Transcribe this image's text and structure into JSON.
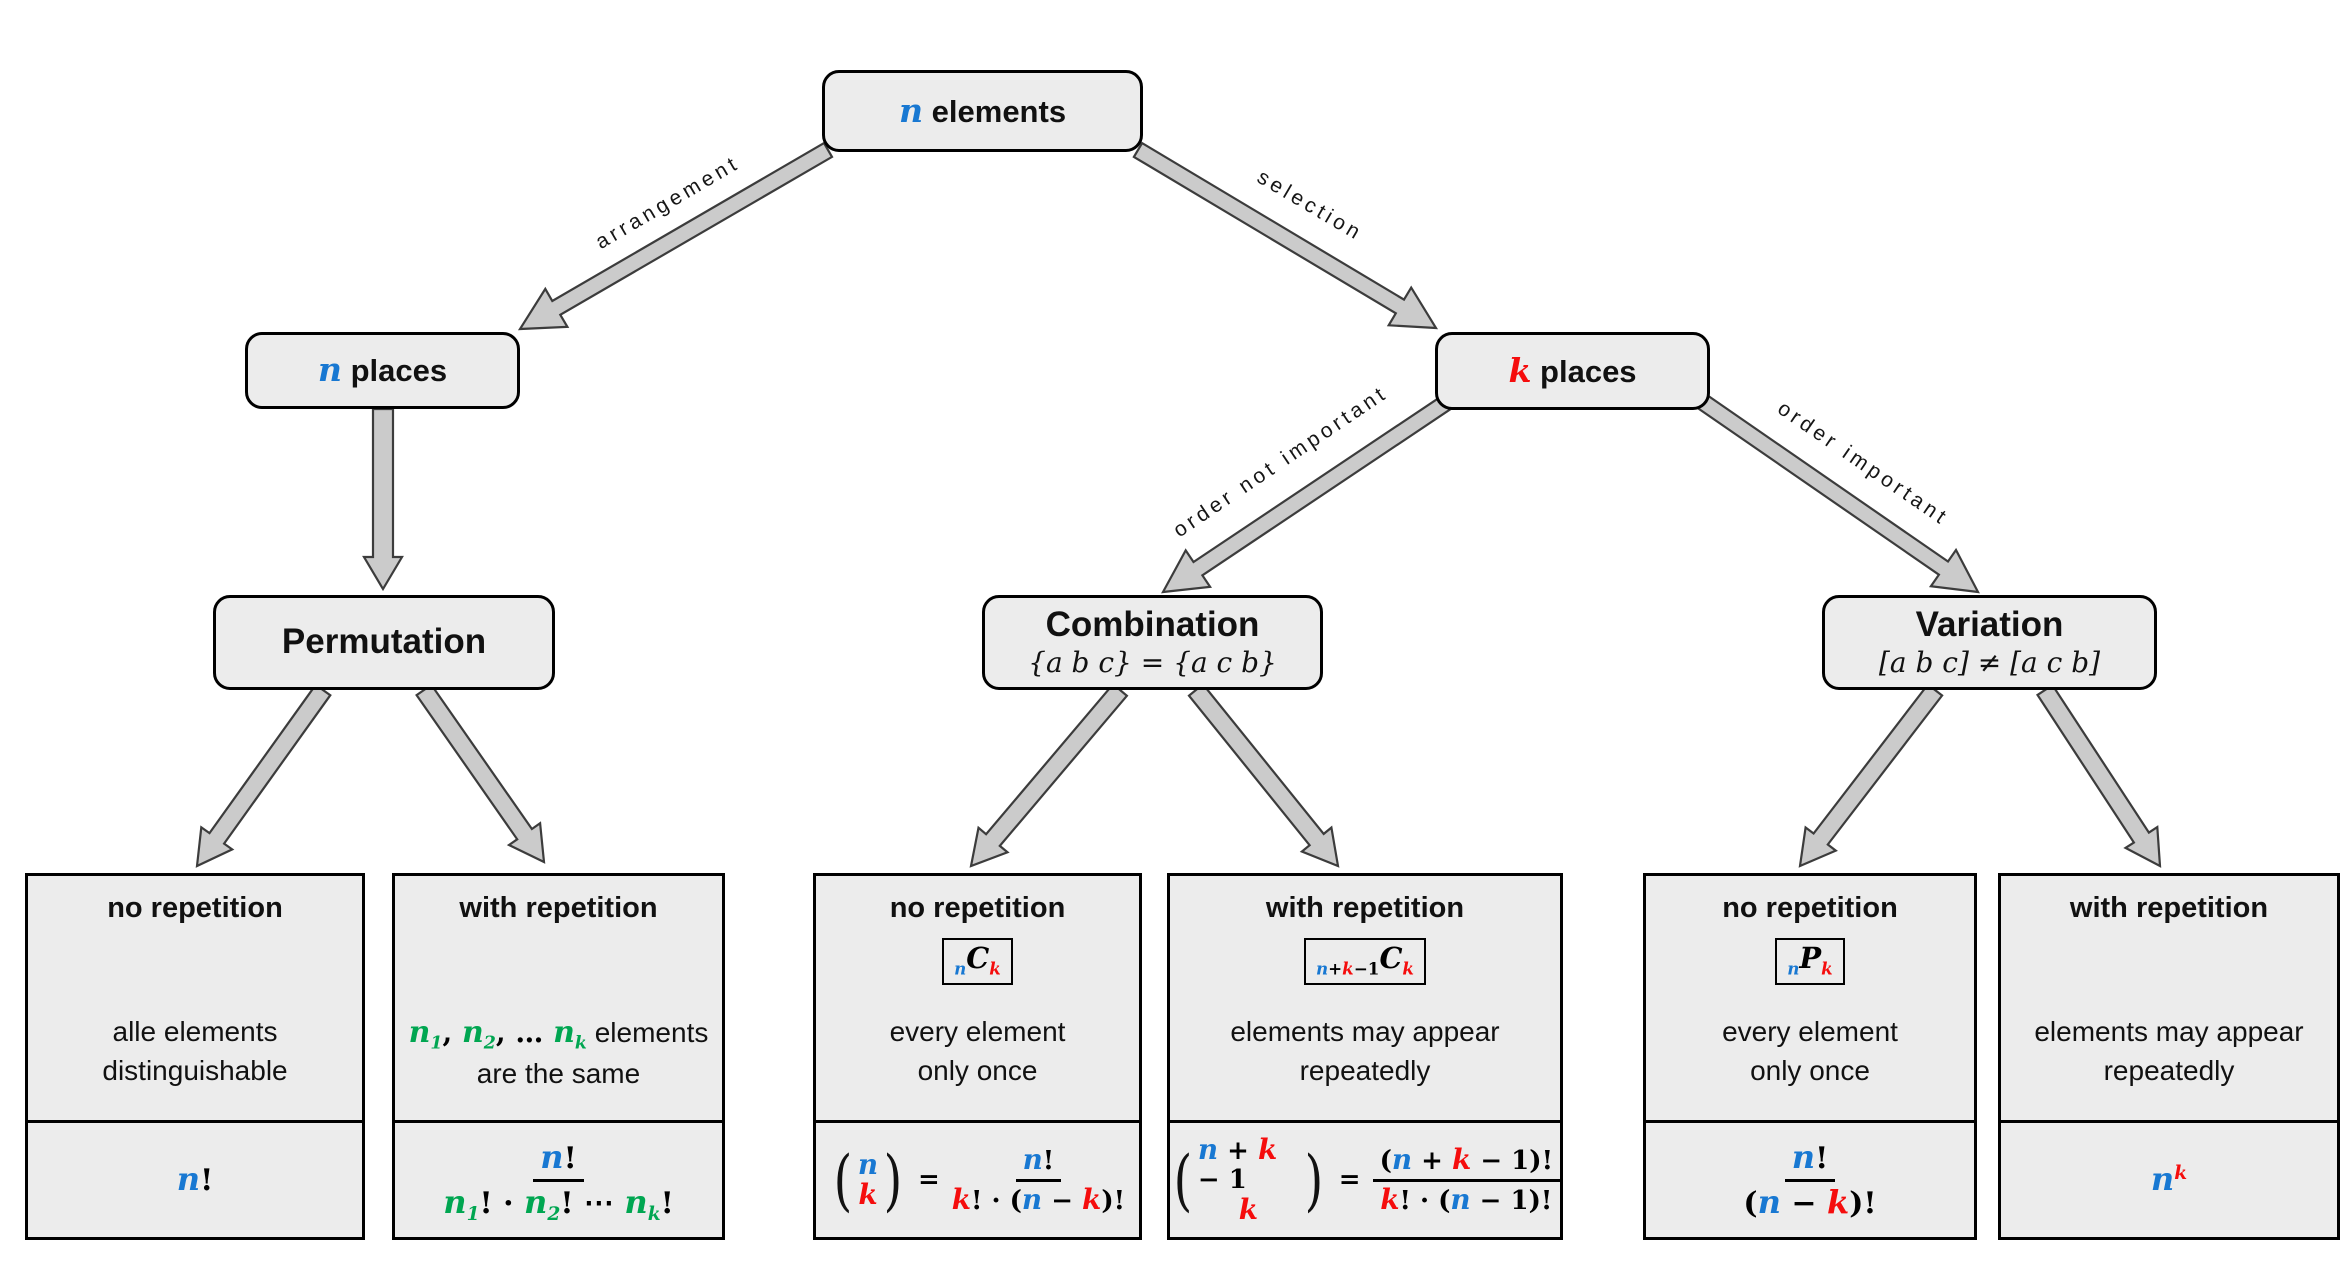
{
  "colors": {
    "var_blue": "#1878d2",
    "var_red": "#f50d0d",
    "var_green": "#00a651",
    "box_fill": "#ececec",
    "box_border": "#000000",
    "arrow_fill": "#cbcbcb",
    "arrow_stroke": "#3c3c3c"
  },
  "root": {
    "label": [
      [
        "n",
        "b"
      ],
      [
        " elements",
        "txtb"
      ]
    ]
  },
  "edges": {
    "arrangement": "arrangement",
    "selection": "selection",
    "order_not_important": "order not important",
    "order_important": "order important"
  },
  "level2": {
    "n_places": [
      [
        "n",
        "b"
      ],
      [
        " places",
        "txtb"
      ]
    ],
    "k_places": [
      [
        "k",
        "r"
      ],
      [
        " places",
        "txtb"
      ]
    ]
  },
  "level3": {
    "permutation": {
      "title": "Permutation"
    },
    "combination": {
      "title": "Combination",
      "subtitle": [
        [
          "{a b c} = {a c b}",
          "ki"
        ]
      ]
    },
    "variation": {
      "title": "Variation",
      "subtitle": [
        [
          "[a b c] ≠ [a c b]",
          "ki"
        ]
      ]
    }
  },
  "leaves": [
    {
      "title": "no repetition",
      "desc1": [
        [
          "alle elements",
          "txt"
        ]
      ],
      "desc2": "distinguishable",
      "formula": {
        "type": "plain",
        "tokens": [
          [
            "n",
            "b"
          ],
          [
            "!",
            "k"
          ]
        ]
      }
    },
    {
      "title": "with repetition",
      "desc1": [
        [
          "n",
          "g"
        ],
        [
          "1",
          "g",
          "sub"
        ],
        [
          ", ",
          "k"
        ],
        [
          "n",
          "g"
        ],
        [
          "2",
          "g",
          "sub"
        ],
        [
          ", … ",
          "k"
        ],
        [
          "n",
          "g"
        ],
        [
          "k",
          "g",
          "sub"
        ],
        [
          " elements",
          "txt"
        ]
      ],
      "desc2": "are the same",
      "formula": {
        "type": "frac",
        "num": [
          [
            "n",
            "b"
          ],
          [
            "!",
            "k"
          ]
        ],
        "den": [
          [
            "n",
            "g"
          ],
          [
            "1",
            "g",
            "sub"
          ],
          [
            "!",
            "k"
          ],
          [
            " · ",
            "k"
          ],
          [
            "n",
            "g"
          ],
          [
            "2",
            "g",
            "sub"
          ],
          [
            "!",
            "k"
          ],
          [
            " ⋯ ",
            "k"
          ],
          [
            "n",
            "g"
          ],
          [
            "k",
            "g",
            "sub"
          ],
          [
            "!",
            "k"
          ]
        ]
      }
    },
    {
      "title": "no repetition",
      "symbol": [
        [
          "n",
          "b",
          "sub"
        ],
        [
          "C",
          "kib"
        ],
        [
          "k",
          "r",
          "sub"
        ]
      ],
      "desc1": [
        [
          "every element",
          "txt"
        ]
      ],
      "desc2": "only once",
      "formula": {
        "type": "binom",
        "top": [
          [
            "n",
            "b"
          ]
        ],
        "bot": [
          [
            "k",
            "r"
          ]
        ],
        "eq": [
          [
            "=",
            "k"
          ]
        ],
        "num": [
          [
            "n",
            "b"
          ],
          [
            "!",
            "k"
          ]
        ],
        "den": [
          [
            "k",
            "r"
          ],
          [
            "! · (",
            "k"
          ],
          [
            "n",
            "b"
          ],
          [
            " − ",
            "k"
          ],
          [
            "k",
            "r"
          ],
          [
            ")!",
            "k"
          ]
        ]
      }
    },
    {
      "title": "with repetition",
      "symbol": [
        [
          "n",
          "b",
          "sub"
        ],
        [
          "+",
          "k",
          "sub"
        ],
        [
          "k",
          "r",
          "sub"
        ],
        [
          "−1",
          "k",
          "sub"
        ],
        [
          "C",
          "kib"
        ],
        [
          "k",
          "r",
          "sub"
        ]
      ],
      "desc1": [
        [
          "elements may appear",
          "txt"
        ]
      ],
      "desc2": "repeatedly",
      "formula": {
        "type": "binom",
        "top": [
          [
            "n",
            "b"
          ],
          [
            " + ",
            "k"
          ],
          [
            "k",
            "r"
          ],
          [
            " − 1",
            "k"
          ]
        ],
        "bot": [
          [
            "k",
            "r"
          ]
        ],
        "eq": [
          [
            "=",
            "k"
          ]
        ],
        "num": [
          [
            "(",
            "k"
          ],
          [
            "n",
            "b"
          ],
          [
            " + ",
            "k"
          ],
          [
            "k",
            "r"
          ],
          [
            " − 1)!",
            "k"
          ]
        ],
        "den": [
          [
            "k",
            "r"
          ],
          [
            "! · (",
            "k"
          ],
          [
            "n",
            "b"
          ],
          [
            " − 1)!",
            "k"
          ]
        ]
      }
    },
    {
      "title": "no repetition",
      "symbol": [
        [
          "n",
          "b",
          "sub"
        ],
        [
          "P",
          "kib"
        ],
        [
          "k",
          "r",
          "sub"
        ]
      ],
      "desc1": [
        [
          "every element",
          "txt"
        ]
      ],
      "desc2": "only once",
      "formula": {
        "type": "frac",
        "num": [
          [
            "n",
            "b"
          ],
          [
            "!",
            "k"
          ]
        ],
        "den": [
          [
            "(",
            "k"
          ],
          [
            "n",
            "b"
          ],
          [
            " − ",
            "k"
          ],
          [
            "k",
            "r"
          ],
          [
            ")!",
            "k"
          ]
        ]
      }
    },
    {
      "title": "with repetition",
      "desc1": [
        [
          "elements may appear",
          "txt"
        ]
      ],
      "desc2": "repeatedly",
      "formula": {
        "type": "plain",
        "tokens": [
          [
            "n",
            "b"
          ],
          [
            "k",
            "r",
            "sup"
          ]
        ]
      }
    }
  ]
}
